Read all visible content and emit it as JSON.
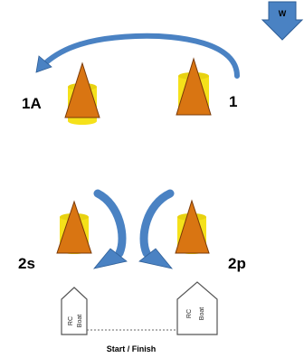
{
  "colors": {
    "mark_body": "#D97512",
    "mark_outline": "#7A3A08",
    "buoy_yellow": "#F5E11A",
    "arrow_blue": "#4A82C3",
    "arrow_blue_dark": "#2E5E97",
    "boat_outline": "#555555",
    "finish_line": "#666666"
  },
  "wind": {
    "label": "W",
    "icon": "wind-direction-arrow-icon"
  },
  "marks": {
    "m1a": {
      "label": "1A"
    },
    "m1": {
      "label": "1"
    },
    "m2s": {
      "label": "2s"
    },
    "m2p": {
      "label": "2p"
    }
  },
  "boats": {
    "left": {
      "line1": "RC",
      "line2": "Boat"
    },
    "right": {
      "line1": "RC",
      "line2": "Boat"
    }
  },
  "finish": {
    "label": "Start / Finish"
  }
}
